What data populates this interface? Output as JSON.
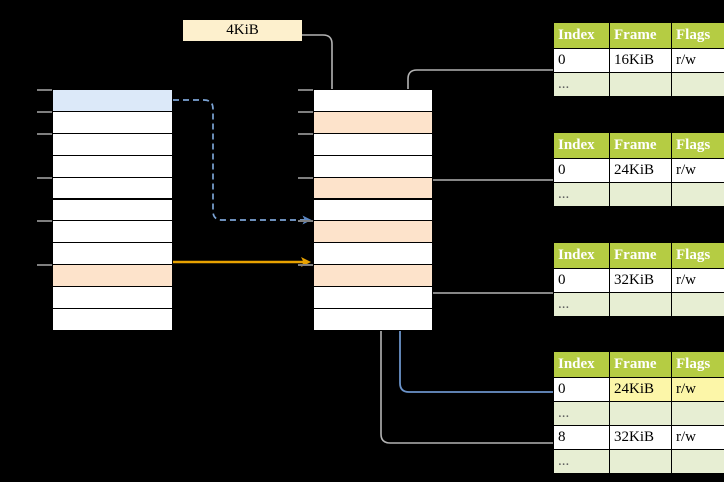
{
  "diagram": {
    "title": "page-table-walk",
    "background": "#000000",
    "chip": {
      "label": "4KiB",
      "bg": "#fdf0cd"
    },
    "colors": {
      "header_green": "#b5cc43",
      "row_alt": "#e7eed3",
      "highlight_yellow": "#fcf6a8",
      "peach": "#fde3cb",
      "blue": "#dce9f9",
      "orange_arrow": "#e8a200",
      "blue_arrow": "#6b93c9",
      "gray_arrow": "#b3b3b3"
    }
  },
  "left_panel": {
    "name": "virtual-address-space",
    "row_count": 11,
    "rows": [
      {
        "index": 0,
        "fill": "blue",
        "tick": true
      },
      {
        "index": 1,
        "fill": "white",
        "tick": true
      },
      {
        "index": 2,
        "fill": "white",
        "tick": true
      },
      {
        "index": 3,
        "fill": "white",
        "tick": false
      },
      {
        "index": 4,
        "fill": "white",
        "tick": true
      },
      {
        "index": 5,
        "fill": "white",
        "tick": false
      },
      {
        "index": 6,
        "fill": "white",
        "tick": true
      },
      {
        "index": 7,
        "fill": "white",
        "tick": false
      },
      {
        "index": 8,
        "fill": "peach",
        "tick": true
      },
      {
        "index": 9,
        "fill": "white",
        "tick": false
      },
      {
        "index": 10,
        "fill": "white",
        "tick": false
      }
    ]
  },
  "middle_panel": {
    "name": "physical-memory",
    "row_count": 11,
    "rows": [
      {
        "index": 0,
        "fill": "white",
        "tick": true
      },
      {
        "index": 1,
        "fill": "peach",
        "tick": true
      },
      {
        "index": 2,
        "fill": "white",
        "tick": true
      },
      {
        "index": 3,
        "fill": "white",
        "tick": false
      },
      {
        "index": 4,
        "fill": "peach",
        "tick": true
      },
      {
        "index": 5,
        "fill": "white",
        "tick": false
      },
      {
        "index": 6,
        "fill": "peach",
        "tick": true
      },
      {
        "index": 7,
        "fill": "white",
        "tick": false
      },
      {
        "index": 8,
        "fill": "peach",
        "tick": true
      },
      {
        "index": 9,
        "fill": "white",
        "tick": false
      },
      {
        "index": 10,
        "fill": "white",
        "tick": false
      }
    ]
  },
  "tables": {
    "headers": [
      "Index",
      "Frame",
      "Flags"
    ],
    "list": [
      {
        "name": "page-table-level-4",
        "rows": [
          {
            "kind": "entry",
            "cells": [
              "0",
              "16KiB",
              "r/w"
            ],
            "highlight": []
          },
          {
            "kind": "ellipsis",
            "cells": [
              "...",
              "",
              ""
            ],
            "highlight": []
          }
        ]
      },
      {
        "name": "page-table-level-3",
        "rows": [
          {
            "kind": "entry",
            "cells": [
              "0",
              "24KiB",
              "r/w"
            ],
            "highlight": []
          },
          {
            "kind": "ellipsis",
            "cells": [
              "...",
              "",
              ""
            ],
            "highlight": []
          }
        ]
      },
      {
        "name": "page-table-level-2",
        "rows": [
          {
            "kind": "entry",
            "cells": [
              "0",
              "32KiB",
              "r/w"
            ],
            "highlight": []
          },
          {
            "kind": "ellipsis",
            "cells": [
              "...",
              "",
              ""
            ],
            "highlight": []
          }
        ]
      },
      {
        "name": "page-table-level-1",
        "rows": [
          {
            "kind": "entry",
            "cells": [
              "0",
              "24KiB",
              "r/w"
            ],
            "highlight": [
              1,
              2
            ]
          },
          {
            "kind": "ellipsis",
            "cells": [
              "...",
              "",
              ""
            ],
            "highlight": []
          },
          {
            "kind": "entry",
            "cells": [
              "8",
              "32KiB",
              "r/w"
            ],
            "highlight": []
          },
          {
            "kind": "ellipsis",
            "cells": [
              "...",
              "",
              ""
            ],
            "highlight": []
          }
        ]
      }
    ]
  }
}
